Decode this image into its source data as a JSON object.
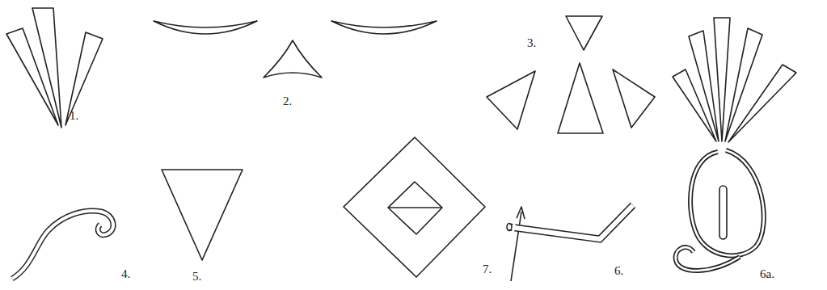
{
  "diagram": {
    "labels": [
      "1.",
      "2.",
      "3.",
      "4.",
      "5.",
      "7.",
      "6.",
      "6a."
    ]
  }
}
